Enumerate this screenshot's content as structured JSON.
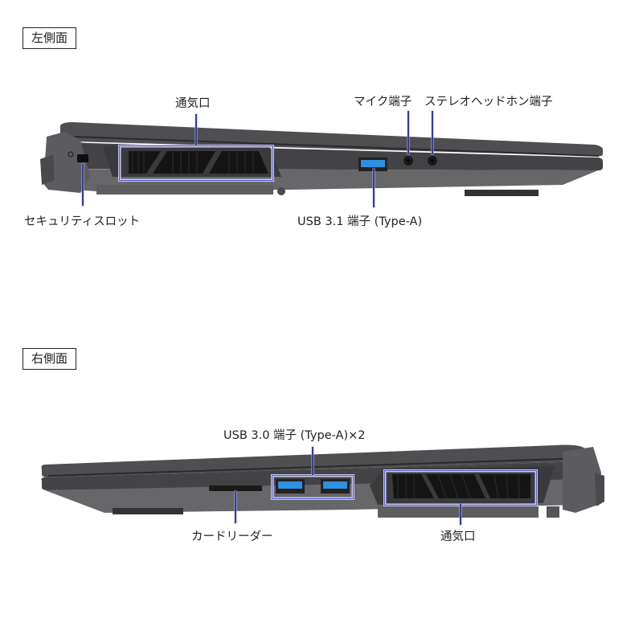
{
  "left_side": {
    "title": "左側面",
    "callouts": {
      "vent": "通気口",
      "mic": "マイク端子",
      "headphone": "ステレオヘッドホン端子",
      "security_slot": "セキュリティスロット",
      "usb": "USB 3.1 端子 (Type-A)"
    }
  },
  "right_side": {
    "title": "右側面",
    "callouts": {
      "usb": "USB 3.0 端子 (Type-A)×2",
      "card_reader": "カードリーダー",
      "vent": "通気口"
    }
  },
  "colors": {
    "callout_line": "#3a3a9a",
    "highlight_box": "#5656c8",
    "usb_port_blue": "#2f8fe0",
    "body_gray": "#5b5b5e",
    "lid_gray": "#4a4a4d"
  }
}
